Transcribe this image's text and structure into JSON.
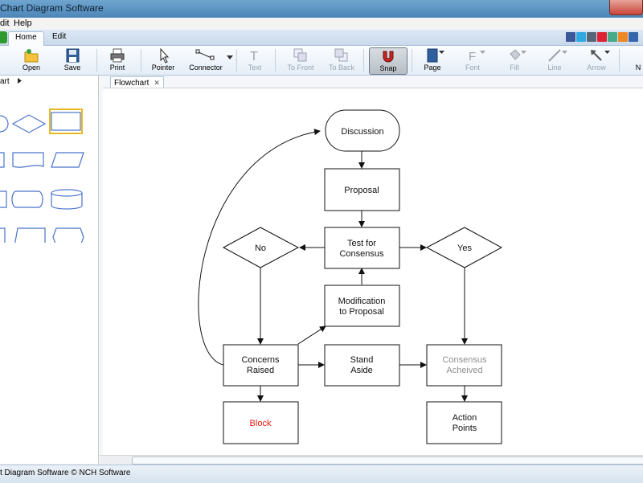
{
  "window": {
    "title": "Chart Diagram Software"
  },
  "menu": {
    "items": [
      "dit",
      "Help"
    ]
  },
  "tabs": {
    "home": "Home",
    "edit": "Edit"
  },
  "ribbon": {
    "open": "Open",
    "save": "Save",
    "print": "Print",
    "pointer": "Pointer",
    "connector": "Connector",
    "text": "Text",
    "to_front": "To Front",
    "to_back": "To Back",
    "snap": "Snap",
    "page": "Page",
    "font": "Font",
    "fill": "Fill",
    "line": "Line",
    "arrow": "Arrow",
    "more": "N"
  },
  "left_panel": {
    "header": "art"
  },
  "document": {
    "tab_label": "Flowchart",
    "close": "✕"
  },
  "flowchart": {
    "discussion": "Discussion",
    "proposal": "Proposal",
    "test_line1": "Test for",
    "test_line2": "Consensus",
    "no": "No",
    "yes": "Yes",
    "modification_line1": "Modification",
    "modification_line2": "to Proposal",
    "concerns_line1": "Concerns",
    "concerns_line2": "Raised",
    "stand_line1": "Stand",
    "stand_line2": "Aside",
    "consensus_line1": "Consensus",
    "consensus_line2": "Acheived",
    "block": "Block",
    "action_line1": "Action",
    "action_line2": "Points"
  },
  "colors": {
    "shape_stroke": "#4a74c9",
    "selected_outline": "#e8b824",
    "block_text": "#e8190f",
    "muted_text": "#8f8f8f"
  },
  "status": {
    "text": "t Diagram Software © NCH Software"
  }
}
